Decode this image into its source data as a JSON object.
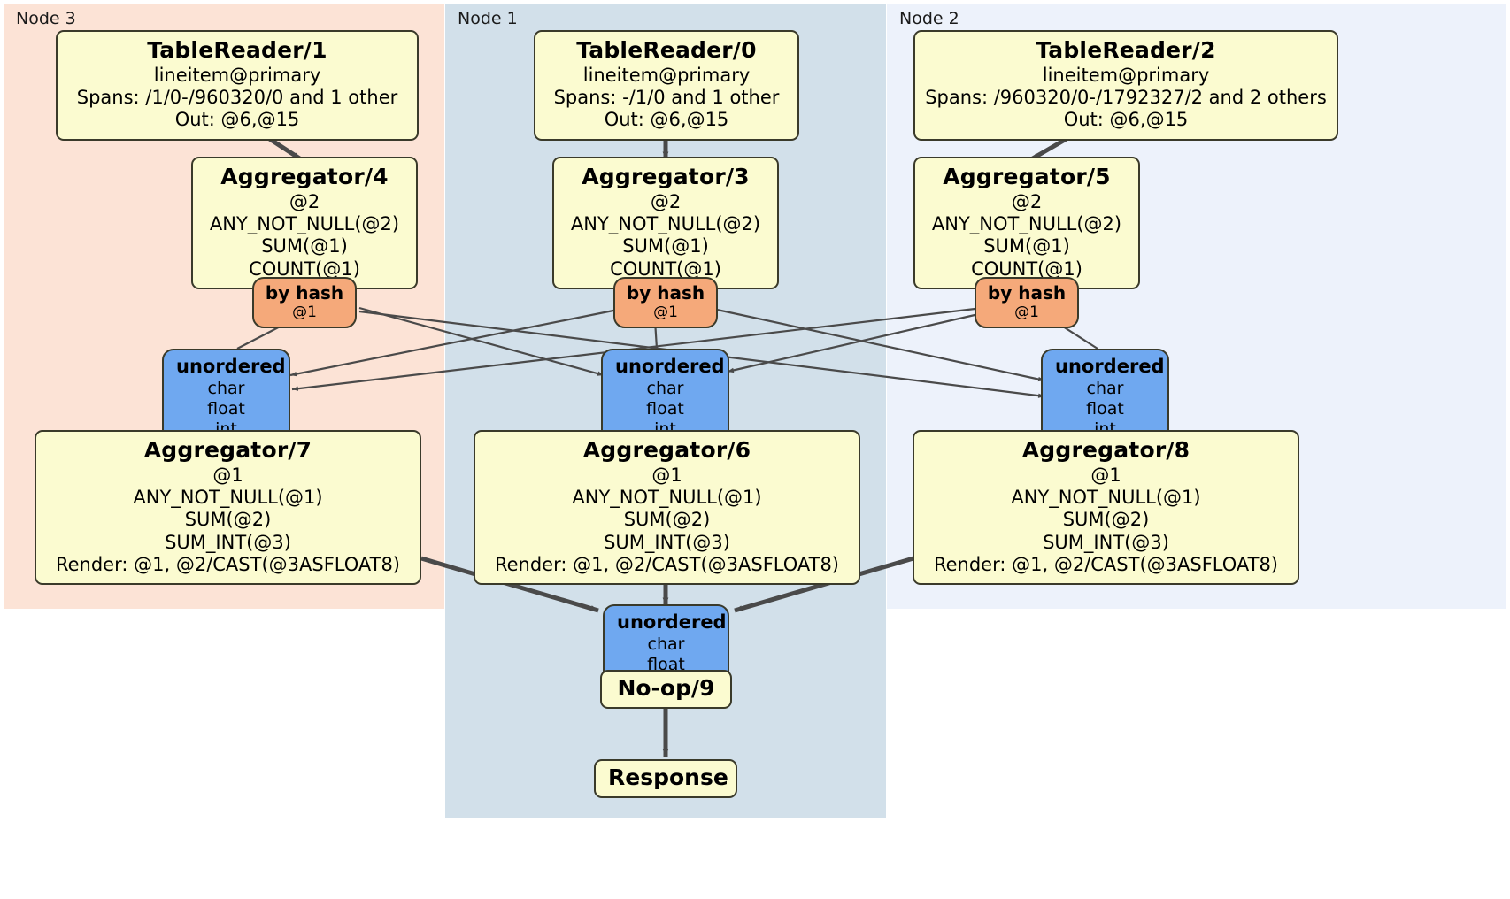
{
  "diagram": {
    "title": "Distributed query execution plan",
    "colors": {
      "node3_bg": "#fce3d6",
      "node1_bg": "#d2e0ea",
      "node2_bg": "#edf2fb",
      "processor_bg": "#fbfbd0",
      "router_bg": "#f5a97a",
      "synchronizer_bg": "#6fa8f0",
      "border": "#3a3a2a",
      "edge": "#4a4a4a"
    }
  },
  "panels": {
    "node3": {
      "label": "Node 3"
    },
    "node1": {
      "label": "Node 1"
    },
    "node2": {
      "label": "Node 2"
    }
  },
  "table_readers": {
    "tr1": {
      "title": "TableReader/1",
      "table": "lineitem@primary",
      "spans": "Spans: /1/0-/960320/0 and 1 other",
      "out": "Out: @6,@15"
    },
    "tr0": {
      "title": "TableReader/0",
      "table": "lineitem@primary",
      "spans": "Spans: -/1/0 and 1 other",
      "out": "Out: @6,@15"
    },
    "tr2": {
      "title": "TableReader/2",
      "table": "lineitem@primary",
      "spans": "Spans: /960320/0-/1792327/2 and 2 others",
      "out": "Out: @6,@15"
    }
  },
  "aggregators_top": {
    "agg4": {
      "title": "Aggregator/4",
      "group": "@2",
      "f1": "ANY_NOT_NULL(@2)",
      "f2": "SUM(@1)",
      "f3": "COUNT(@1)"
    },
    "agg3": {
      "title": "Aggregator/3",
      "group": "@2",
      "f1": "ANY_NOT_NULL(@2)",
      "f2": "SUM(@1)",
      "f3": "COUNT(@1)"
    },
    "agg5": {
      "title": "Aggregator/5",
      "group": "@2",
      "f1": "ANY_NOT_NULL(@2)",
      "f2": "SUM(@1)",
      "f3": "COUNT(@1)"
    }
  },
  "routers": {
    "r_left": {
      "title": "by hash",
      "column": "@1"
    },
    "r_center": {
      "title": "by hash",
      "column": "@1"
    },
    "r_right": {
      "title": "by hash",
      "column": "@1"
    }
  },
  "synchronizers_mid": {
    "s_left": {
      "title": "unordered",
      "t1": "char",
      "t2": "float",
      "t3": "int"
    },
    "s_center": {
      "title": "unordered",
      "t1": "char",
      "t2": "float",
      "t3": "int"
    },
    "s_right": {
      "title": "unordered",
      "t1": "char",
      "t2": "float",
      "t3": "int"
    }
  },
  "aggregators_bottom": {
    "agg7": {
      "title": "Aggregator/7",
      "group": "@1",
      "f1": "ANY_NOT_NULL(@1)",
      "f2": "SUM(@2)",
      "f3": "SUM_INT(@3)",
      "render": "Render: @1, @2/CAST(@3ASFLOAT8)"
    },
    "agg6": {
      "title": "Aggregator/6",
      "group": "@1",
      "f1": "ANY_NOT_NULL(@1)",
      "f2": "SUM(@2)",
      "f3": "SUM_INT(@3)",
      "render": "Render: @1, @2/CAST(@3ASFLOAT8)"
    },
    "agg8": {
      "title": "Aggregator/8",
      "group": "@1",
      "f1": "ANY_NOT_NULL(@1)",
      "f2": "SUM(@2)",
      "f3": "SUM_INT(@3)",
      "render": "Render: @1, @2/CAST(@3ASFLOAT8)"
    }
  },
  "final": {
    "sync": {
      "title": "unordered",
      "t1": "char",
      "t2": "float"
    },
    "noop": {
      "title": "No-op/9"
    },
    "response": {
      "title": "Response"
    }
  }
}
